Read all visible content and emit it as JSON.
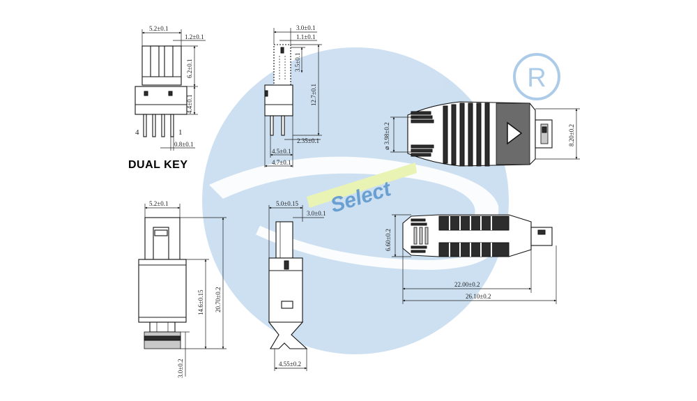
{
  "title": "DUAL KEY",
  "watermark": {
    "brand_text": "Select",
    "registered_symbol": "R",
    "colors": {
      "disc": "#c5dbef",
      "disc_border": "#9ec3e4",
      "brand": "#4f8fca",
      "bar": "#e6f2a6"
    }
  },
  "dimensions": {
    "top_left": {
      "width": "5.2±0.1",
      "tab": "1.2±0.1",
      "height_upper": "6.2±0.1",
      "height_lower": "4.4±0.1",
      "pin_pitch": "0.8±0.1",
      "pin_label_left": "4",
      "pin_label_right": "1"
    },
    "top_mid": {
      "overall_width": "3.0±0.1",
      "inner_width": "1.1±0.1",
      "key_height": "3.5±0.1",
      "total_height": "12.7±0.1",
      "pin_offset": "2.35±0.1",
      "body_width": "4.5±0.1",
      "base_width": "4.7±0.1"
    },
    "top_right": {
      "cable_dia": "⌀ 3.98±0.2",
      "head_height": "8.20±0.2"
    },
    "bottom_left": {
      "width": "5.2±0.1",
      "body_length": "14.6±0.15",
      "total_length": "20.70±0.2",
      "tip": "3.0±0.2"
    },
    "bottom_mid": {
      "width": "5.0±0.15",
      "tab": "3.0±0.1",
      "base": "4.55±0.2"
    },
    "bottom_right": {
      "height": "6.60±0.2",
      "body_length": "22.00±0.2",
      "total_length": "26.10±0.2"
    }
  }
}
